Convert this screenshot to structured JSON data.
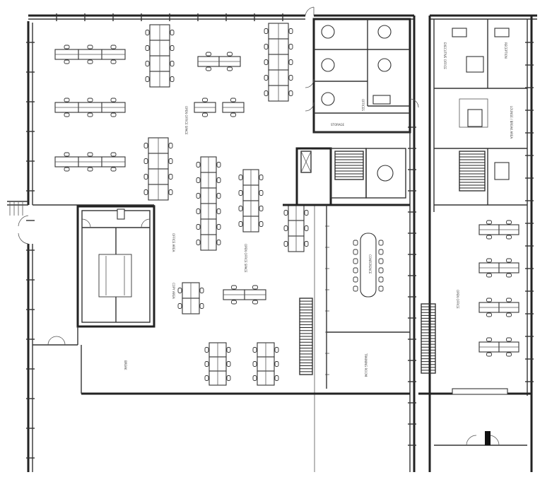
{
  "plan": {
    "labels": {
      "open_office_north": "OPEN OFFICE SPACE",
      "open_office_mid": "OPEN OFFICE SPACE",
      "open_office_south": "OPEN OFFICE SPACE",
      "copy_area": "COPY AREA",
      "office_area": "OFFICE AREA",
      "break_room": "BREAK",
      "storage": "STORAGE",
      "office_row": "OFFICES",
      "conference": "CONFERENCE",
      "training": "TRAINING ROOM",
      "lounge": "LOUNGE / BREAK AREA",
      "east_open": "OPEN OFFICE",
      "executive": "EXECUTIVE OFFICE",
      "reception": "RECEPTION"
    }
  }
}
